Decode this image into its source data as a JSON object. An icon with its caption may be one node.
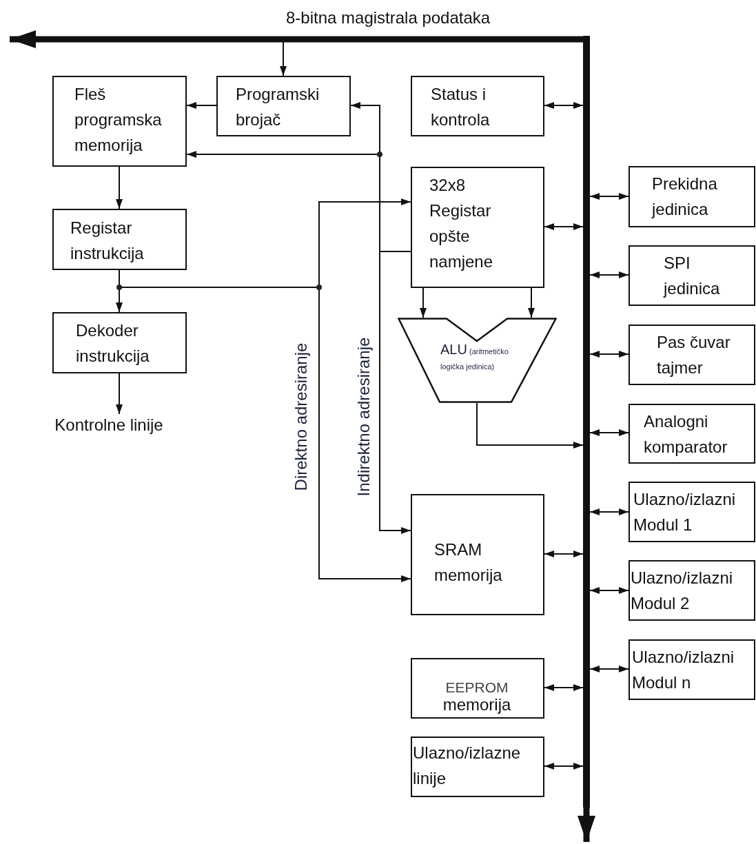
{
  "diagram": {
    "nodes": [
      {
        "text": [],
        "shape": "bar"
      },
      {
        "text": [
          "Fleš programska memorija"
        ]
      },
      {
        "text": [
          "Programski brojač"
        ]
      },
      {
        "text": [
          "Status i kontrola"
        ]
      },
      {
        "text": [
          "32x8 Registar opšte namjene"
        ]
      },
      {
        "text": [
          "Prekidna jedinica"
        ]
      },
      {
        "text": [
          "Registar instrukcija"
        ]
      },
      {
        "text": [
          "SPI jedinica"
        ]
      },
      {
        "text": [
          "Dekoder instrukcija"
        ]
      },
      {
        "text": [
          "ALU",
          "(aritmetičko logička jedinica)"
        ]
      },
      {
        "text": [
          "Pas čuvar tajmer"
        ]
      },
      {
        "text": [
          "Kontrolne linije"
        ]
      },
      {
        "text": [
          "Analogni komparator"
        ]
      },
      {
        "text": [
          "Ulazno/izlazni Modul 1"
        ]
      },
      {
        "text": [
          "SRAM memorija"
        ]
      },
      {
        "text": [
          "Ulazno/izlazni Modul 2"
        ]
      },
      {
        "text": [
          "EEPROM",
          "memorija"
        ]
      },
      {
        "text": [
          "Ulazno/izlazni Modul n"
        ]
      },
      {
        "text": [
          "Ulazno/izlazne linije"
        ]
      }
    ],
    "edges": [
      {
        "from": 0,
        "to": null,
        "arrow": "to",
        "style": "thick"
      },
      {
        "from": 0,
        "to": null,
        "arrow": "to",
        "style": "thick"
      },
      {
        "from": 0,
        "to": 2,
        "arrow": "to"
      },
      {
        "from": 2,
        "to": 1,
        "arrow": "to"
      },
      {
        "from": 4,
        "to": 2,
        "arrow": "to"
      },
      {
        "from": 4,
        "to": 1,
        "arrow": "to"
      },
      {
        "from": 4,
        "to": 14,
        "arrow": "to",
        "label": "Indirektno adresiranje"
      },
      {
        "from": 1,
        "to": 6,
        "arrow": "to"
      },
      {
        "from": 6,
        "to": 8,
        "arrow": "to"
      },
      {
        "from": 6,
        "to": 4,
        "arrow": "to"
      },
      {
        "from": 6,
        "to": 14,
        "arrow": "to",
        "label": "Direktno adresiranje"
      },
      {
        "from": 8,
        "to": 11,
        "arrow": "to"
      },
      {
        "from": 4,
        "to": 9,
        "arrow": "to"
      },
      {
        "from": 4,
        "to": 9,
        "arrow": "to"
      },
      {
        "from": 9,
        "to": 0,
        "arrow": "to"
      },
      {
        "from": 3,
        "to": 0,
        "arrow": "both"
      },
      {
        "from": 4,
        "to": 0,
        "arrow": "both"
      },
      {
        "from": 0,
        "to": 5,
        "arrow": "both"
      },
      {
        "from": 0,
        "to": 7,
        "arrow": "both"
      },
      {
        "from": 0,
        "to": 10,
        "arrow": "both"
      },
      {
        "from": 0,
        "to": 12,
        "arrow": "both"
      },
      {
        "from": 0,
        "to": 13,
        "arrow": "both"
      },
      {
        "from": 14,
        "to": 0,
        "arrow": "both"
      },
      {
        "from": 0,
        "to": 15,
        "arrow": "both"
      },
      {
        "from": 0,
        "to": 17,
        "arrow": "both"
      },
      {
        "from": 16,
        "to": 0,
        "arrow": "both"
      },
      {
        "from": 18,
        "to": 0,
        "arrow": "both"
      }
    ],
    "labels": [
      "8-bitna magistrala podataka"
    ]
  }
}
